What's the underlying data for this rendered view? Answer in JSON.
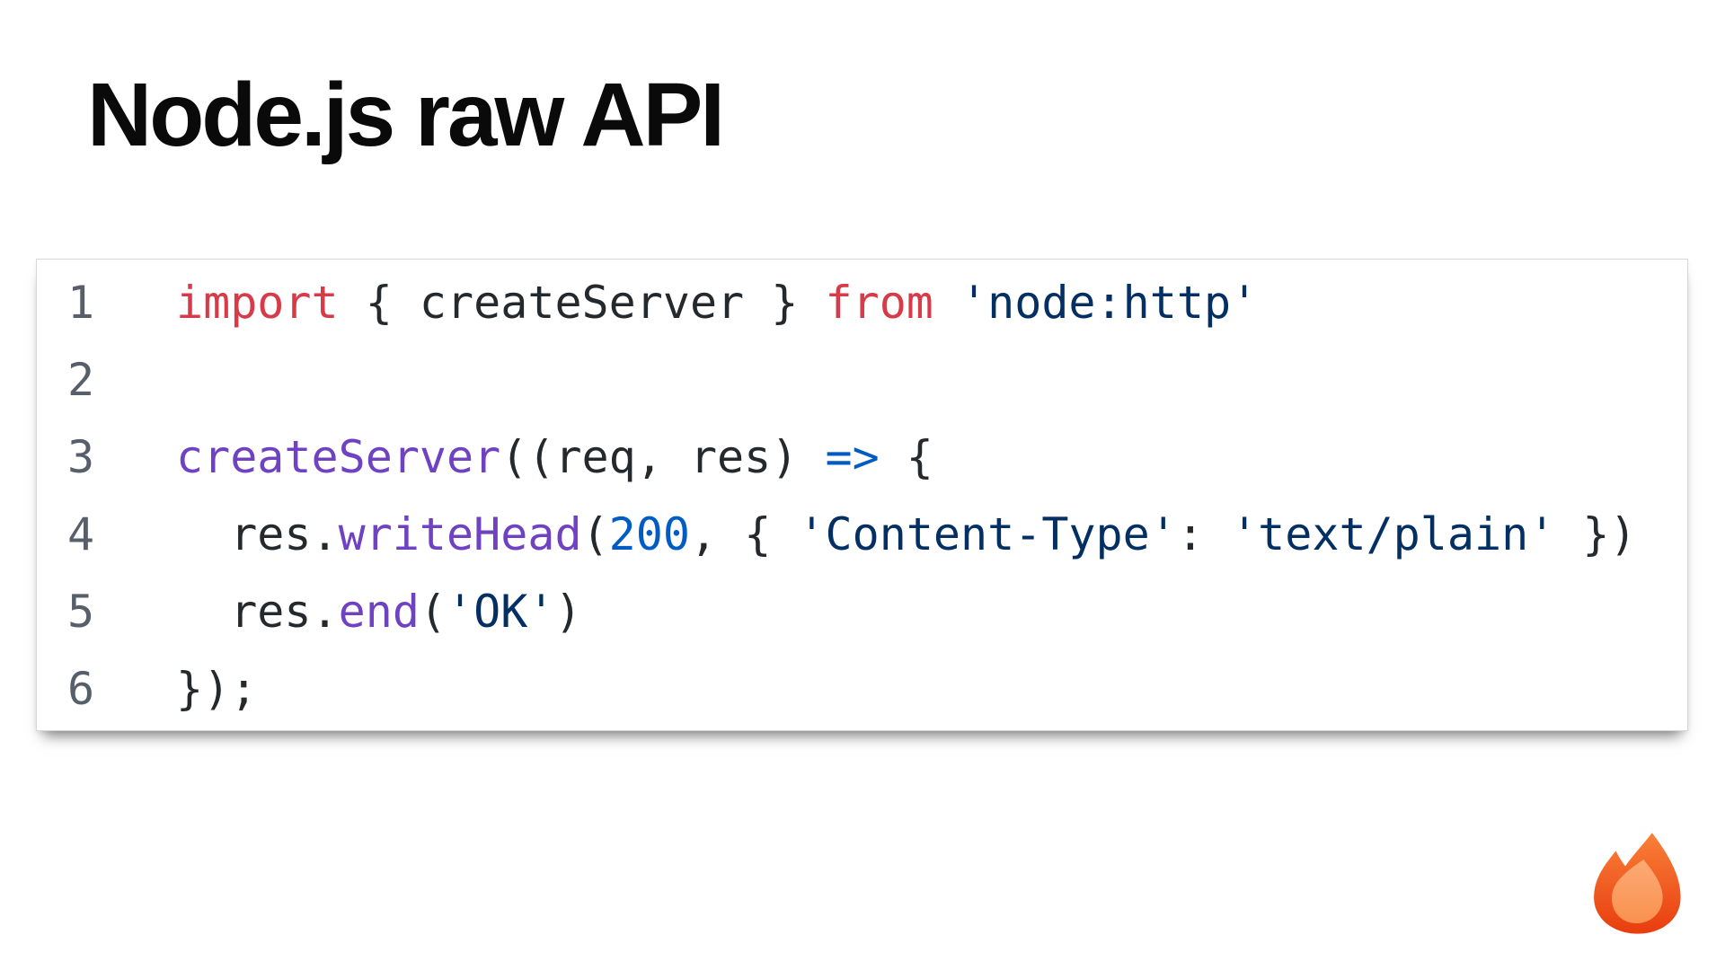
{
  "slide": {
    "title": "Node.js raw API"
  },
  "code_block": {
    "language": "javascript",
    "code_text": "import { createServer } from 'node:http'\n\ncreateServer((req, res) => {\n  res.writeHead(200, { 'Content-Type': 'text/plain' })\n  res.end('OK')\n});",
    "lines": [
      {
        "number": "1",
        "tokens": [
          {
            "t": "import",
            "c": "keyword"
          },
          {
            "t": " { createServer } ",
            "c": "plain"
          },
          {
            "t": "from",
            "c": "keyword"
          },
          {
            "t": " ",
            "c": "plain"
          },
          {
            "t": "'node:http'",
            "c": "string"
          }
        ]
      },
      {
        "number": "2",
        "tokens": []
      },
      {
        "number": "3",
        "tokens": [
          {
            "t": "createServer",
            "c": "function"
          },
          {
            "t": "((req, res) ",
            "c": "plain"
          },
          {
            "t": "=>",
            "c": "operator"
          },
          {
            "t": " {",
            "c": "plain"
          }
        ]
      },
      {
        "number": "4",
        "tokens": [
          {
            "t": "  res.",
            "c": "plain"
          },
          {
            "t": "writeHead",
            "c": "function"
          },
          {
            "t": "(",
            "c": "plain"
          },
          {
            "t": "200",
            "c": "constant"
          },
          {
            "t": ", { ",
            "c": "plain"
          },
          {
            "t": "'Content-Type'",
            "c": "string"
          },
          {
            "t": ": ",
            "c": "plain"
          },
          {
            "t": "'text/plain'",
            "c": "string"
          },
          {
            "t": " })",
            "c": "plain"
          }
        ]
      },
      {
        "number": "5",
        "tokens": [
          {
            "t": "  res.",
            "c": "plain"
          },
          {
            "t": "end",
            "c": "function"
          },
          {
            "t": "(",
            "c": "plain"
          },
          {
            "t": "'OK'",
            "c": "string"
          },
          {
            "t": ")",
            "c": "plain"
          }
        ]
      },
      {
        "number": "6",
        "tokens": [
          {
            "t": "});",
            "c": "plain"
          }
        ]
      }
    ],
    "colors": {
      "keyword": "#d73a49",
      "function": "#6f42c1",
      "string": "#032f62",
      "constant": "#005cc5",
      "operator": "#005cc5",
      "plain": "#24292e",
      "line_number": "#57606a",
      "border": "#d5d8db",
      "background": "#ffffff"
    }
  },
  "logo": {
    "name": "hono-flame",
    "outer_gradient_top": "#f98039",
    "outer_gradient_bottom": "#e83d0f",
    "inner_gradient_top": "#fcaa75",
    "inner_gradient_bottom": "#f9914f"
  }
}
